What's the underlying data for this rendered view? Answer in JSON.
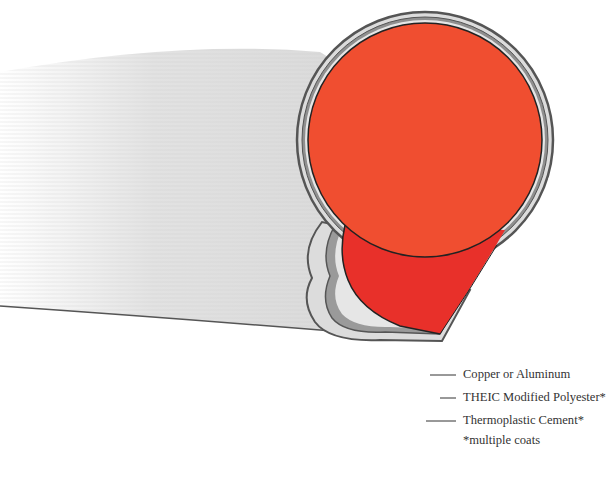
{
  "diagram": {
    "labels": [
      "Copper or Aluminum",
      "THEIC Modified Polyester*",
      "Thermoplastic Cement*",
      "*multiple coats"
    ]
  }
}
